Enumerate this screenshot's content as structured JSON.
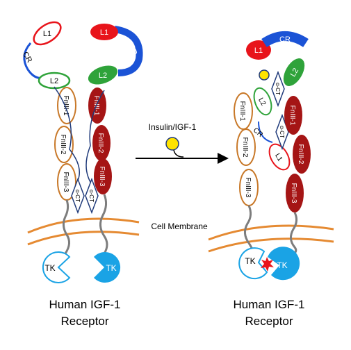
{
  "colors": {
    "l1": "#e8141b",
    "cr": "#1b53d6",
    "l2": "#2fa33a",
    "fn": "#a51515",
    "fn_outline": "#c87828",
    "alpha_ct": "#1f3a7a",
    "membrane": "#e58a32",
    "tk": "#1aa3e5",
    "stalk": "#7d7d7d",
    "ligand": "#ffe300",
    "star": "#e8141b"
  },
  "labels": {
    "l1": "L1",
    "cr": "CR",
    "l2": "L2",
    "fn1": "FnIII-1",
    "fn2": "FnIII-2",
    "fn3": "FnIII-3",
    "alpha_ct": "α-CT",
    "tk": "TK",
    "cell_membrane": "Cell Membrane",
    "ligand": "Insulin/IGF-1",
    "caption_left_line1": "Human IGF-1",
    "caption_left_line2": "Receptor",
    "caption_right_line1": "Human IGF-1",
    "caption_right_line2": "Receptor"
  }
}
